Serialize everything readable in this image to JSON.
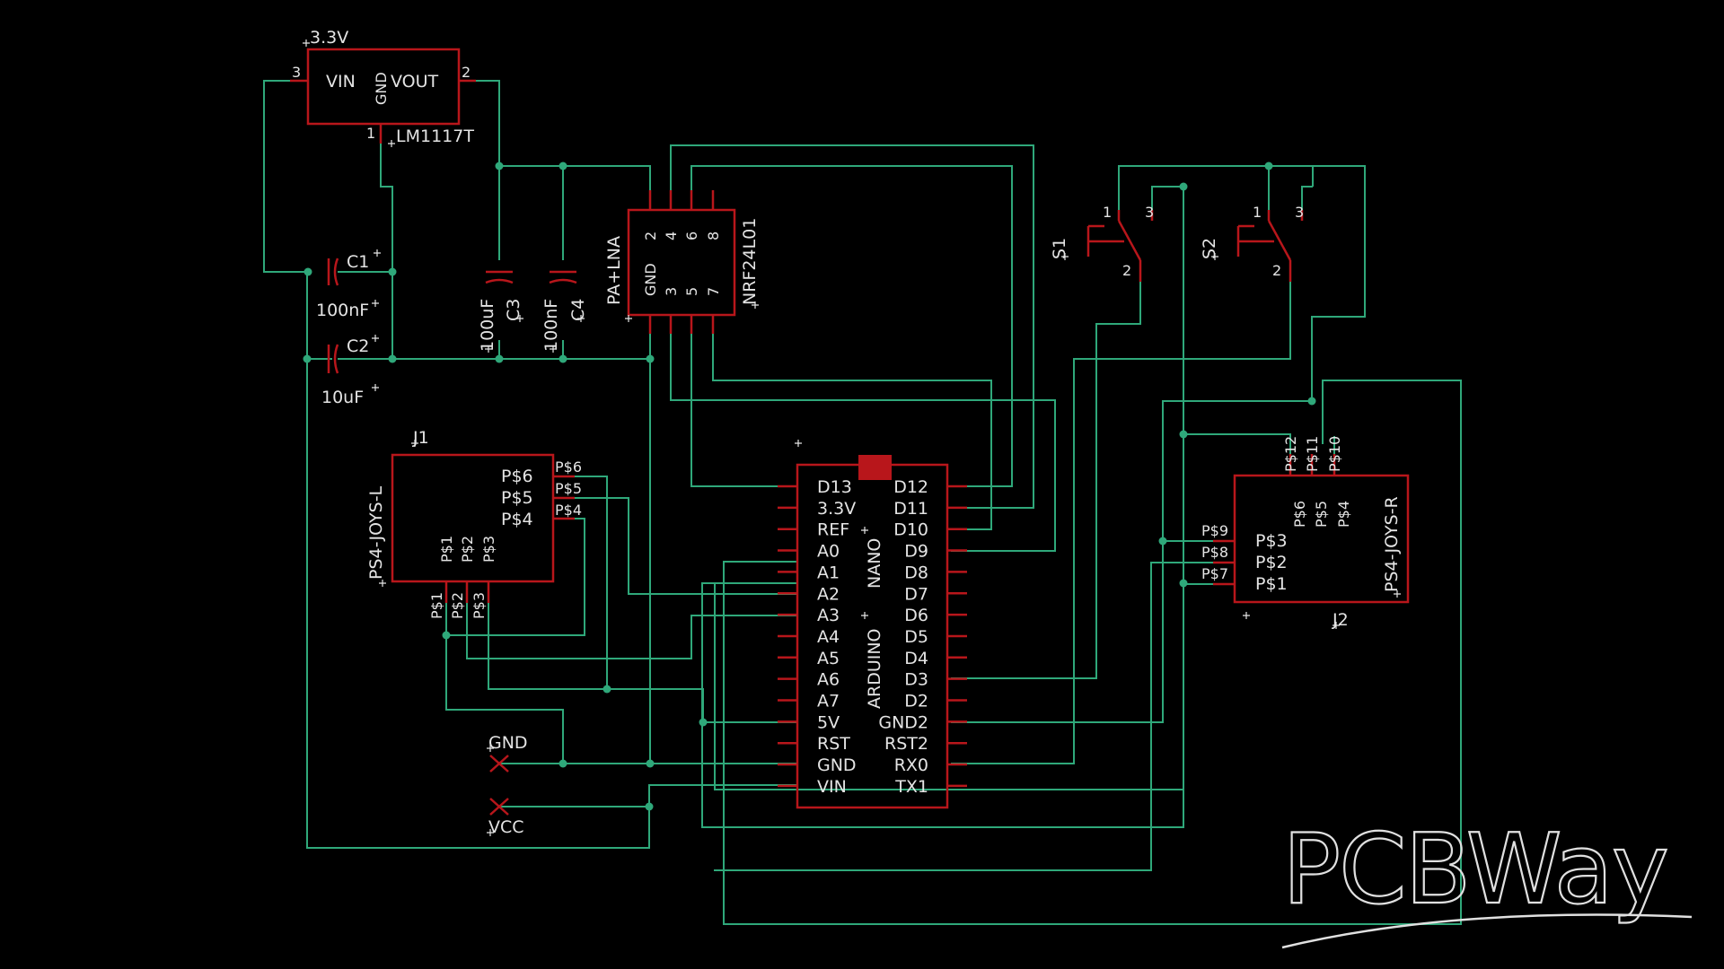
{
  "regulator": {
    "name": "3.3V",
    "value": "LM1117T",
    "pin_vin": "VIN",
    "pin_gnd": "GND",
    "pin_vout": "VOUT",
    "num_vin": "3",
    "num_vout": "2",
    "num_gnd": "1"
  },
  "capacitors": {
    "c1": {
      "name": "C1",
      "value": "100nF"
    },
    "c2": {
      "name": "C2",
      "value": "10uF"
    },
    "c3": {
      "name": "C3",
      "value": "100uF"
    },
    "c4": {
      "name": "C4",
      "value": "100nF"
    }
  },
  "radio": {
    "name": "NRF24L01",
    "value": "PA+LNA",
    "pins_top": [
      "2",
      "4",
      "6",
      "8"
    ],
    "pin_gnd": "GND",
    "pins_bottom": [
      "3",
      "5",
      "7"
    ]
  },
  "switches": {
    "s1": {
      "name": "S1",
      "pin1": "1",
      "pin2": "2",
      "pin3": "3"
    },
    "s2": {
      "name": "S2",
      "pin1": "1",
      "pin2": "2",
      "pin3": "3"
    }
  },
  "j1": {
    "name": "J1",
    "value": "PS4-JOYS-L",
    "pins_right": [
      "P$6",
      "P$5",
      "P$4"
    ],
    "pins_bottom": [
      "P$1",
      "P$2",
      "P$3"
    ],
    "ext_right": [
      "P$6",
      "P$5",
      "P$4"
    ],
    "ext_bottom": [
      "P$1",
      "P$2",
      "P$3"
    ]
  },
  "j2": {
    "name": "J2",
    "value": "PS4-JOYS-R",
    "pins_left": [
      "P$3",
      "P$2",
      "P$1"
    ],
    "pins_top": [
      "P$6",
      "P$5",
      "P$4"
    ],
    "ext_left": [
      "P$9",
      "P$8",
      "P$7"
    ],
    "ext_top": [
      "P$12",
      "P$11",
      "P$10"
    ]
  },
  "arduino": {
    "title_1": "ARDUINO",
    "title_2": "NANO",
    "left_pins": [
      "D13",
      "3.3V",
      "REF",
      "A0",
      "A1",
      "A2",
      "A3",
      "A4",
      "A5",
      "A6",
      "A7",
      "5V",
      "RST",
      "GND",
      "VIN"
    ],
    "right_pins": [
      "D12",
      "D11",
      "D10",
      "D9",
      "D8",
      "D7",
      "D6",
      "D5",
      "D4",
      "D3",
      "D2",
      "GND2",
      "RST2",
      "RX0",
      "TX1"
    ]
  },
  "supply": {
    "gnd": "GND",
    "vcc": "VCC"
  },
  "watermark": "PCBWay",
  "colors": {
    "background": "#000000",
    "wire": "#2fa87a",
    "symbol": "#b8161b",
    "text": "#e4e4e4"
  }
}
